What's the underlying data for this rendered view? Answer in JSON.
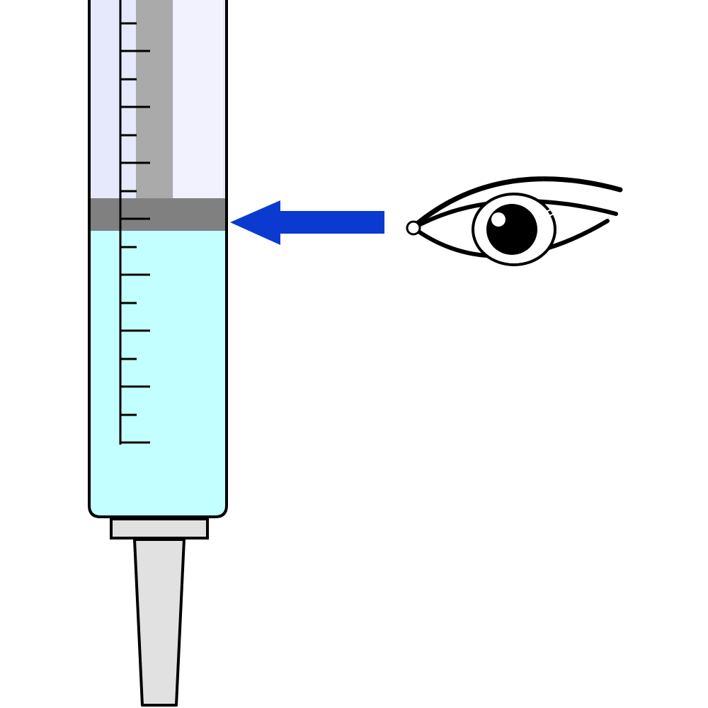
{
  "diagram": {
    "kind": "syringe reading with eye level",
    "colors": {
      "background": "#ffffff",
      "outline": "#000000",
      "barrel_air": "#e6e9fb",
      "barrel_highlight": "#f4f5fd",
      "plunger_rod": "#aaaaaa",
      "plunger_seal": "#808080",
      "liquid": "#c4ffff",
      "tip": "#e1e1e1",
      "arrow": "#0a3ad0",
      "eye_pupil": "#000000",
      "eye_white": "#ffffff"
    },
    "scale": {
      "major_ticks": 8,
      "minor_ticks": 8
    },
    "icons": {
      "arrow": "arrow-left-icon",
      "eye": "eye-icon"
    }
  }
}
